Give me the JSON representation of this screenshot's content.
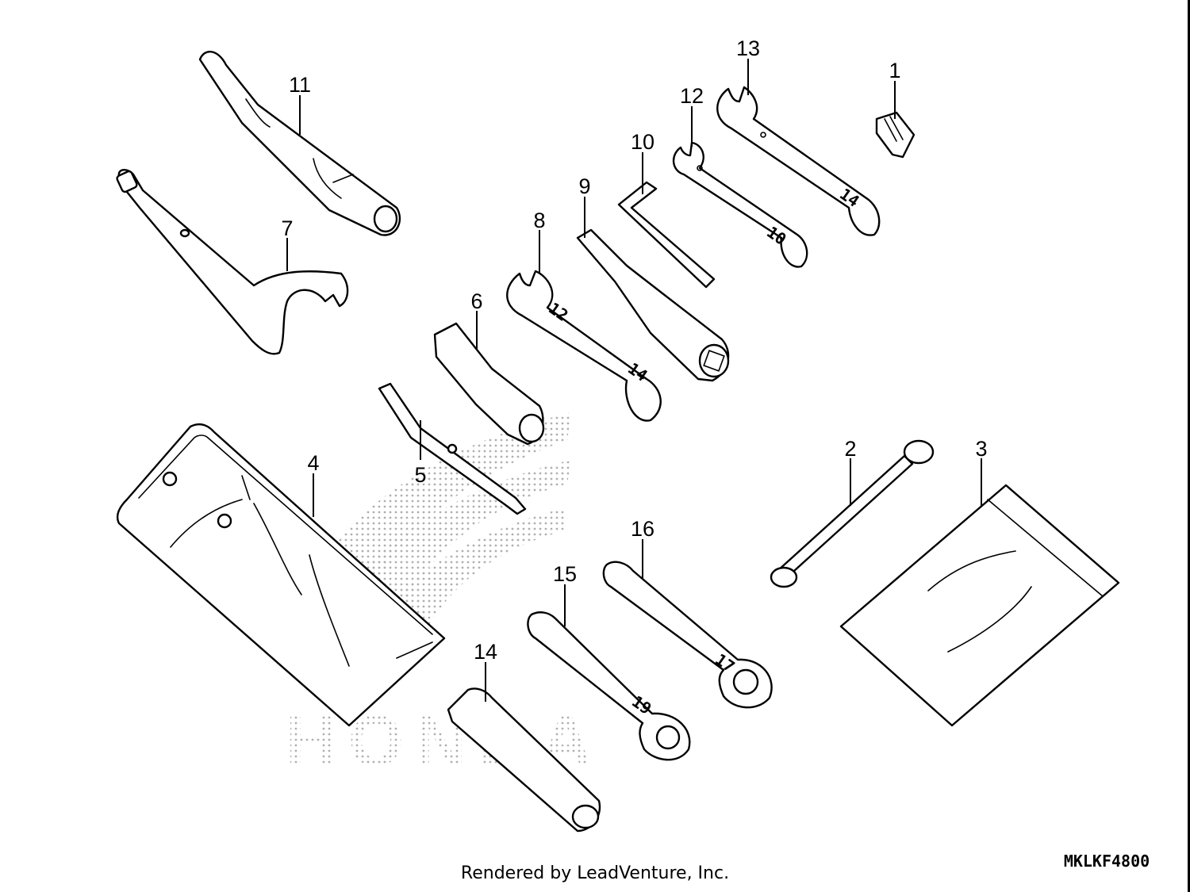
{
  "diagram": {
    "callouts": [
      "1",
      "2",
      "3",
      "4",
      "5",
      "6",
      "7",
      "8",
      "9",
      "10",
      "11",
      "12",
      "13",
      "14",
      "15",
      "16"
    ],
    "drawing_code": "MKLKF4800",
    "watermark": "HONDA"
  },
  "footer": {
    "credit": "Rendered by LeadVenture, Inc."
  }
}
